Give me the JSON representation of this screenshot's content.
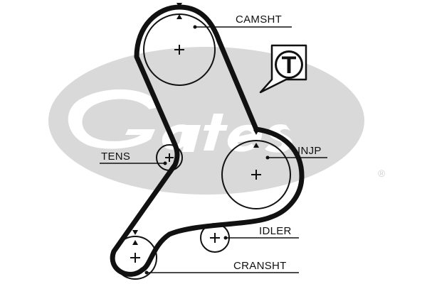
{
  "diagram": {
    "watermark": {
      "text": "Gates",
      "registered_mark": "®",
      "color": "#d9d9d9"
    },
    "timing_badge": {
      "letter": "T",
      "border_color": "#111111",
      "fill_color": "#ffffff"
    },
    "belt_color": "#111111",
    "leader_color": "#111111",
    "pulleys": [
      {
        "id": "camsht",
        "label": "CAMSHT"
      },
      {
        "id": "injp",
        "label": "INJP"
      },
      {
        "id": "tens",
        "label": "TENS"
      },
      {
        "id": "idler",
        "label": "IDLER"
      },
      {
        "id": "cransht",
        "label": "CRANSHT"
      }
    ]
  }
}
